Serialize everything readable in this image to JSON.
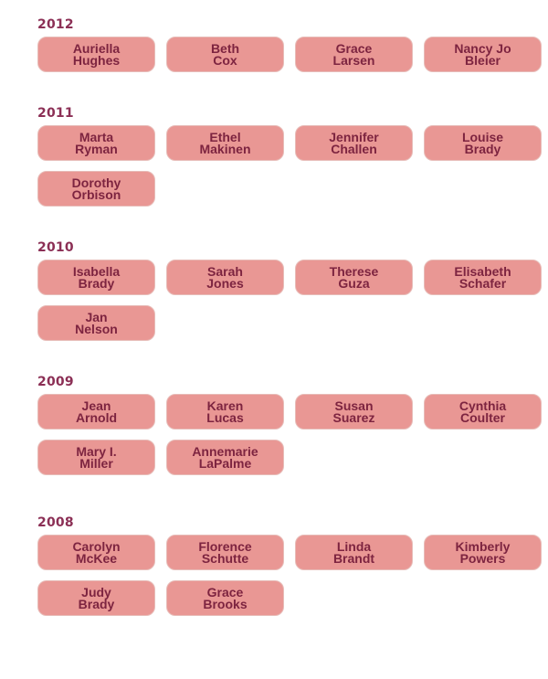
{
  "sections": [
    {
      "year": "2012",
      "names": [
        [
          "Auriella",
          "Hughes"
        ],
        [
          "Beth",
          "Cox"
        ],
        [
          "Grace",
          "Larsen"
        ],
        [
          "Nancy Jo",
          "Bleier"
        ]
      ]
    },
    {
      "year": "2011",
      "names": [
        [
          "Marta",
          "Ryman"
        ],
        [
          "Ethel",
          "Makinen"
        ],
        [
          "Jennifer",
          "Challen"
        ],
        [
          "Louise",
          "Brady"
        ],
        [
          "Dorothy",
          "Orbison"
        ]
      ]
    },
    {
      "year": "2010",
      "names": [
        [
          "Isabella",
          "Brady"
        ],
        [
          "Sarah",
          "Jones"
        ],
        [
          "Therese",
          "Guza"
        ],
        [
          "Elisabeth",
          "Schafer"
        ],
        [
          "Jan",
          "Nelson"
        ]
      ]
    },
    {
      "year": "2009",
      "names": [
        [
          "Jean",
          "Arnold"
        ],
        [
          "Karen",
          "Lucas"
        ],
        [
          "Susan",
          "Suarez"
        ],
        [
          "Cynthia",
          "Coulter"
        ],
        [
          "Mary I.",
          "Miller"
        ],
        [
          "Annemarie",
          "LaPalme"
        ]
      ]
    },
    {
      "year": "2008",
      "names": [
        [
          "Carolyn",
          "McKee"
        ],
        [
          "Florence",
          "Schutte"
        ],
        [
          "Linda",
          "Brandt"
        ],
        [
          "Kimberly",
          "Powers"
        ],
        [
          "Judy",
          "Brady"
        ],
        [
          "Grace",
          "Brooks"
        ]
      ]
    }
  ],
  "colors": {
    "year_text": "#8b2f55",
    "pill_bg": "#e99794",
    "pill_border": "#e7bcb8",
    "pill_text": "#7d2440"
  }
}
